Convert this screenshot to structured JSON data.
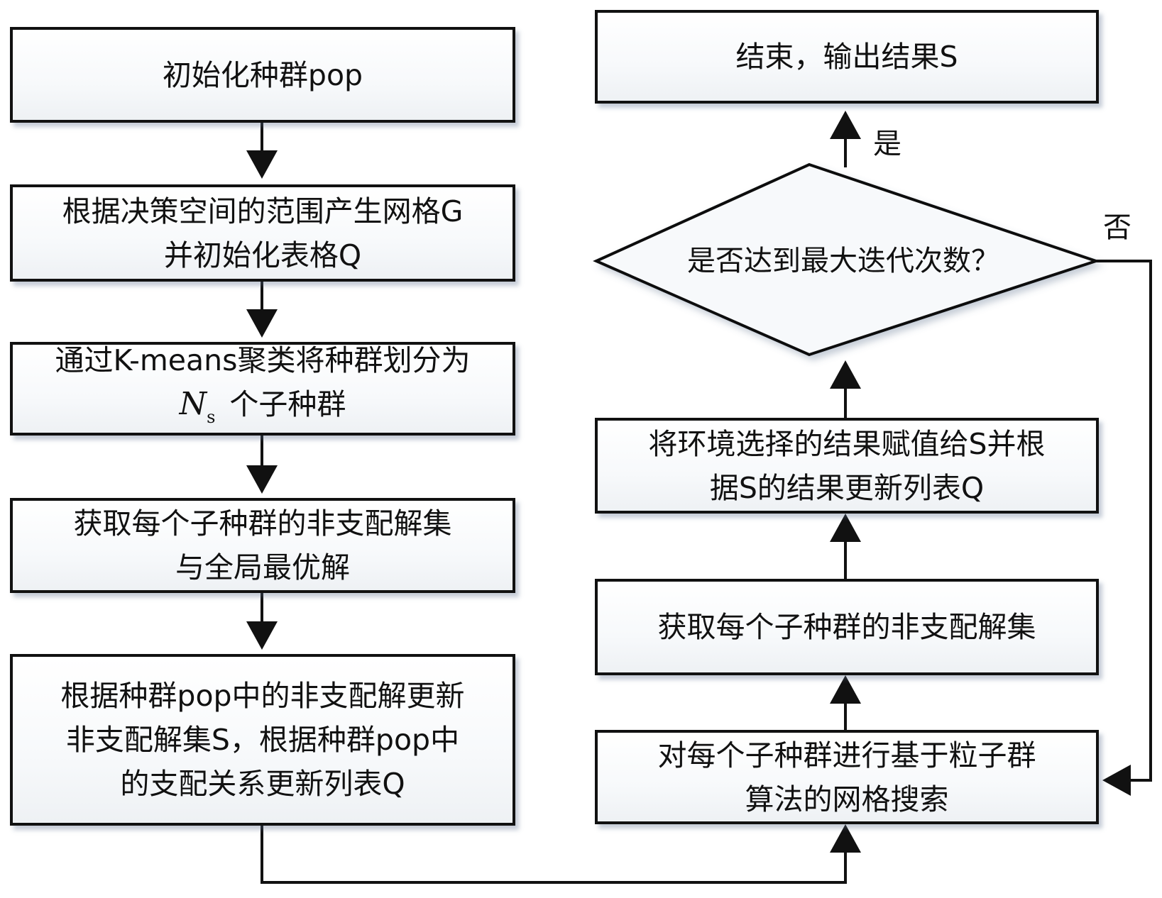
{
  "left_column": {
    "init": [
      "初始化种群pop"
    ],
    "grid": [
      "根据决策空间的范围产生网格G",
      "并初始化表格Q"
    ],
    "kmeans": {
      "line1": "通过K-means聚类将种群划分为",
      "ns_symbol": "N",
      "ns_subscript": "s",
      "line2_suffix": "个子种群"
    },
    "nondominated": [
      "获取每个子种群的非支配解集",
      "与全局最优解"
    ],
    "update": [
      "根据种群pop中的非支配解更新",
      "非支配解集S，根据种群pop中",
      "的支配关系更新列表Q"
    ]
  },
  "right_column": {
    "end": [
      "结束，输出结果S"
    ],
    "decision": "是否达到最大迭代次数？",
    "env_select": [
      "将环境选择的结果赋值给S并根",
      "据S的结果更新列表Q"
    ],
    "sub_nondominated": [
      "获取每个子种群的非支配解集"
    ],
    "pso": [
      "对每个子种群进行基于粒子群",
      "算法的网格搜索"
    ]
  },
  "labels": {
    "yes": "是",
    "no": "否"
  },
  "colors": {
    "line": "#111111",
    "box_fill": "#f7f9fb",
    "shadow": "#5a6e8c"
  }
}
